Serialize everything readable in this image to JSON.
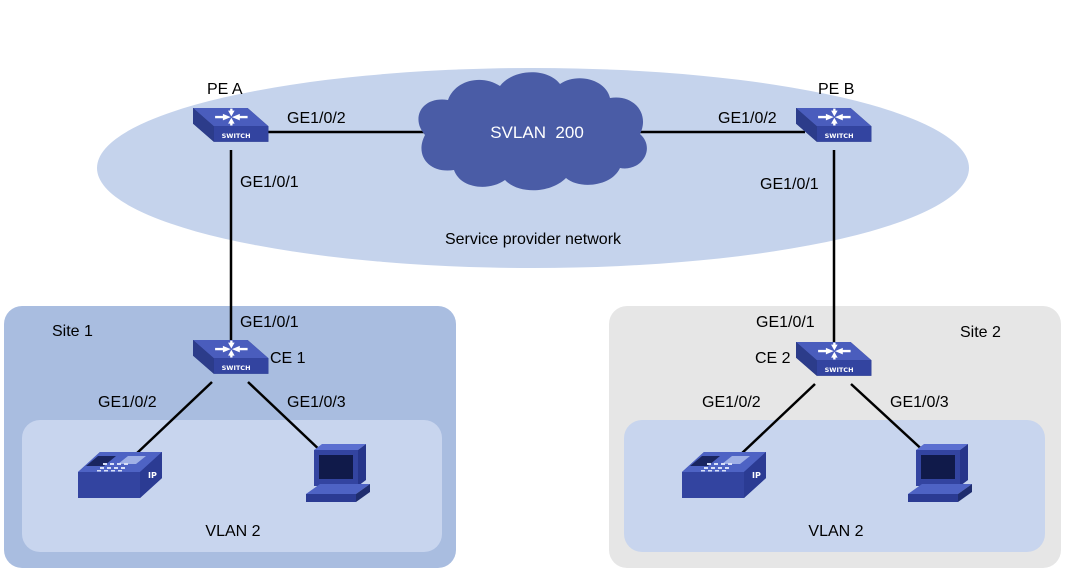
{
  "provider_network": {
    "label": "Service provider network",
    "cloud_label": "SVLAN  200",
    "pe_a": {
      "name": "PE A",
      "port_uplink": "GE1/0/2",
      "port_downlink": "GE1/0/1"
    },
    "pe_b": {
      "name": "PE B",
      "port_uplink": "GE1/0/2",
      "port_downlink": "GE1/0/1"
    }
  },
  "site1": {
    "label": "Site 1",
    "ce": {
      "name": "CE 1",
      "port_up": "GE1/0/1",
      "port_phone": "GE1/0/2",
      "port_pc": "GE1/0/3"
    },
    "vlan_label": "VLAN 2"
  },
  "site2": {
    "label": "Site 2",
    "ce": {
      "name": "CE 2",
      "port_up": "GE1/0/1",
      "port_phone": "GE1/0/2",
      "port_pc": "GE1/0/3"
    },
    "vlan_label": "VLAN 2"
  },
  "device_badges": {
    "switch_text": "SWITCH",
    "phone_text": "IP"
  },
  "colors": {
    "provider_ellipse": "#c5d3ec",
    "cloud": "#4a5ca6",
    "switch": "#3d4fa8",
    "site1_bg": "#a9bde0",
    "site2_bg": "#e6e6e6",
    "vlan_bg": "#c8d5ee",
    "link": "#000000"
  },
  "icons": [
    "switch-icon",
    "ip-phone-icon",
    "computer-icon",
    "cloud-icon"
  ]
}
